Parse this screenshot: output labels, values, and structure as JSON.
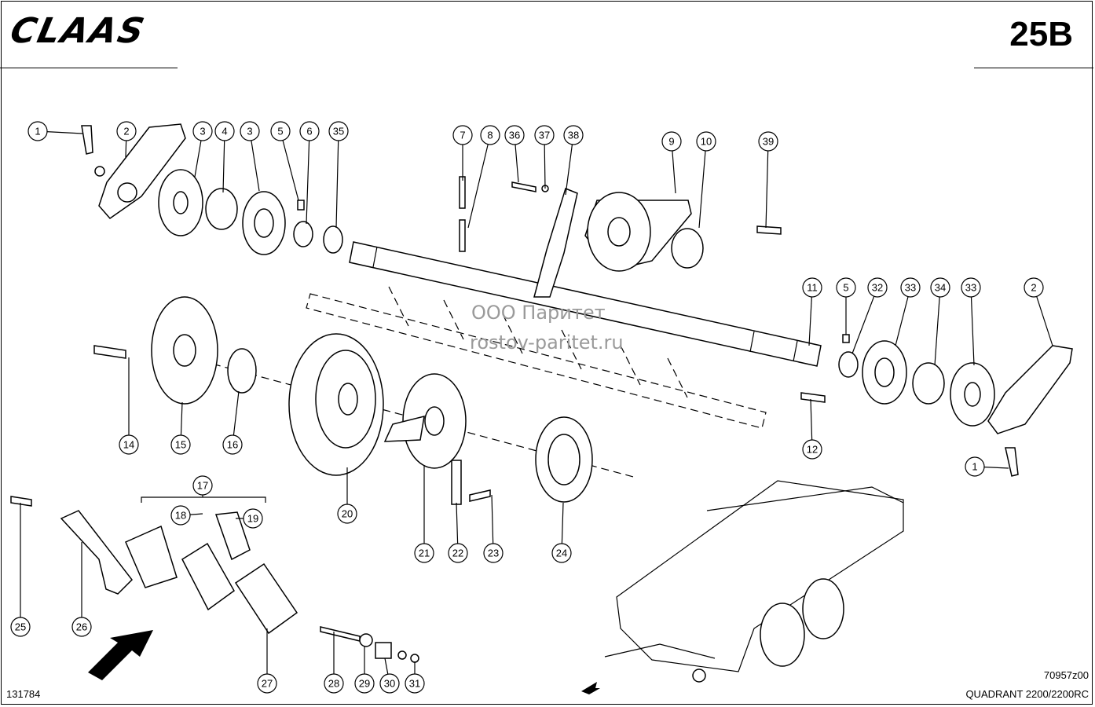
{
  "header": {
    "logo": "CLAAS",
    "page_code": "25B"
  },
  "watermark": {
    "line1": "ООО Паритет",
    "line2": "rostov-paritet.ru"
  },
  "footer": {
    "left_code": "131784",
    "right_code": "70957z00",
    "model": "QUADRANT 2200/2200RC"
  },
  "callouts": [
    {
      "label": "1"
    },
    {
      "label": "2"
    },
    {
      "label": "3"
    },
    {
      "label": "4"
    },
    {
      "label": "3"
    },
    {
      "label": "5"
    },
    {
      "label": "6"
    },
    {
      "label": "35"
    },
    {
      "label": "7"
    },
    {
      "label": "8"
    },
    {
      "label": "36"
    },
    {
      "label": "37"
    },
    {
      "label": "38"
    },
    {
      "label": "9"
    },
    {
      "label": "10"
    },
    {
      "label": "39"
    },
    {
      "label": "11"
    },
    {
      "label": "5"
    },
    {
      "label": "32"
    },
    {
      "label": "33"
    },
    {
      "label": "34"
    },
    {
      "label": "33"
    },
    {
      "label": "2"
    },
    {
      "label": "14"
    },
    {
      "label": "15"
    },
    {
      "label": "16"
    },
    {
      "label": "20"
    },
    {
      "label": "21"
    },
    {
      "label": "22"
    },
    {
      "label": "23"
    },
    {
      "label": "24"
    },
    {
      "label": "12"
    },
    {
      "label": "1"
    },
    {
      "label": "17"
    },
    {
      "label": "18"
    },
    {
      "label": "19"
    },
    {
      "label": "25"
    },
    {
      "label": "26"
    },
    {
      "label": "27"
    },
    {
      "label": "28"
    },
    {
      "label": "29"
    },
    {
      "label": "30"
    },
    {
      "label": "31"
    }
  ]
}
